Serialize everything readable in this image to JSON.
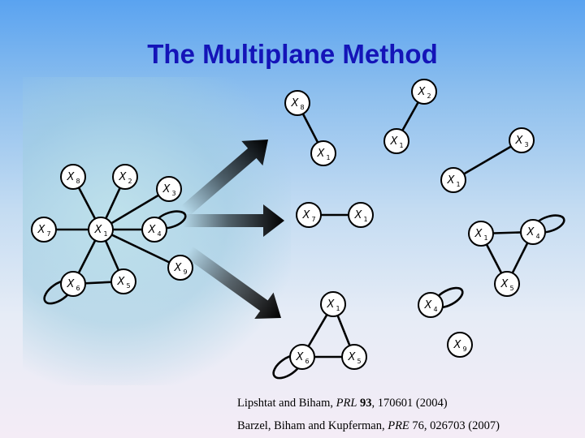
{
  "title": "The Multiplane Method",
  "colors": {
    "title": "#1414b8",
    "node_fill": "#ffffff",
    "edge": "#000000"
  },
  "graphs": [
    {
      "name": "full-network",
      "nodes": [
        {
          "id": "a8",
          "label": "X",
          "sub": "8"
        },
        {
          "id": "a2",
          "label": "X",
          "sub": "2"
        },
        {
          "id": "a3",
          "label": "X",
          "sub": "3"
        },
        {
          "id": "a7",
          "label": "X",
          "sub": "7"
        },
        {
          "id": "a1",
          "label": "X",
          "sub": "1"
        },
        {
          "id": "a4",
          "label": "X",
          "sub": "4"
        },
        {
          "id": "a9",
          "label": "X",
          "sub": "9"
        },
        {
          "id": "a6",
          "label": "X",
          "sub": "6"
        },
        {
          "id": "a5",
          "label": "X",
          "sub": "5"
        }
      ],
      "edges": [
        [
          "a1",
          "a8"
        ],
        [
          "a1",
          "a2"
        ],
        [
          "a1",
          "a3"
        ],
        [
          "a1",
          "a7"
        ],
        [
          "a1",
          "a4"
        ],
        [
          "a1",
          "a6"
        ],
        [
          "a1",
          "a5"
        ],
        [
          "a1",
          "a9"
        ],
        [
          "a6",
          "a5"
        ]
      ],
      "loops": [
        "a4",
        "a6"
      ]
    },
    {
      "name": "plane-1",
      "nodes": [
        {
          "id": "b8",
          "label": "X",
          "sub": "8"
        },
        {
          "id": "b1",
          "label": "X",
          "sub": "1"
        },
        {
          "id": "b2",
          "label": "X",
          "sub": "2"
        },
        {
          "id": "b1b",
          "label": "X",
          "sub": "1"
        },
        {
          "id": "b3",
          "label": "X",
          "sub": "3"
        },
        {
          "id": "b1c",
          "label": "X",
          "sub": "1"
        }
      ],
      "edges": [
        [
          "b8",
          "b1"
        ],
        [
          "b2",
          "b1b"
        ],
        [
          "b3",
          "b1c"
        ]
      ],
      "loops": []
    },
    {
      "name": "plane-2",
      "nodes": [
        {
          "id": "c7",
          "label": "X",
          "sub": "7"
        },
        {
          "id": "c1",
          "label": "X",
          "sub": "1"
        },
        {
          "id": "c1b",
          "label": "X",
          "sub": "1"
        },
        {
          "id": "c4",
          "label": "X",
          "sub": "4"
        },
        {
          "id": "c5",
          "label": "X",
          "sub": "5"
        }
      ],
      "edges": [
        [
          "c7",
          "c1"
        ],
        [
          "c1b",
          "c4"
        ],
        [
          "c1b",
          "c5"
        ],
        [
          "c4",
          "c5"
        ]
      ],
      "loops": [
        "c4"
      ]
    },
    {
      "name": "plane-3",
      "nodes": [
        {
          "id": "d1",
          "label": "X",
          "sub": "1"
        },
        {
          "id": "d6",
          "label": "X",
          "sub": "6"
        },
        {
          "id": "d5",
          "label": "X",
          "sub": "5"
        },
        {
          "id": "d4",
          "label": "X",
          "sub": "4"
        },
        {
          "id": "d9",
          "label": "X",
          "sub": "9"
        }
      ],
      "edges": [
        [
          "d1",
          "d6"
        ],
        [
          "d1",
          "d5"
        ],
        [
          "d6",
          "d5"
        ]
      ],
      "loops": [
        "d6",
        "d4"
      ]
    }
  ],
  "references": [
    {
      "authors": "Lipshtat and  Biham, ",
      "journal": "PRL",
      "volume": "93",
      "rest": ", 170601 (2004)"
    },
    {
      "authors": "Barzel, Biham and Kupferman, ",
      "journal": "PRE",
      "volume": "76",
      "rest": ", 026703 (2007)"
    }
  ]
}
